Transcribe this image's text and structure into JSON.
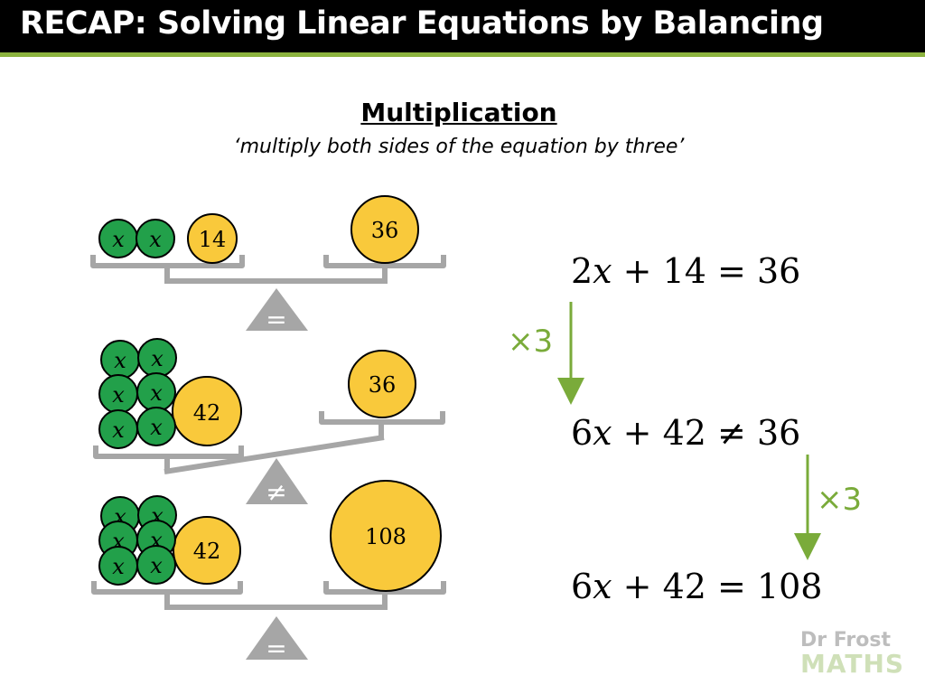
{
  "header": {
    "title": "RECAP: Solving Linear Equations by Balancing",
    "colors": {
      "bar": "#000000",
      "accent": "#8cb33e"
    }
  },
  "section": {
    "heading": "Multiplication",
    "subheading": "‘multiply both sides of the equation by three’"
  },
  "scales": [
    {
      "left": {
        "x_count": 2,
        "constant": "14"
      },
      "right": "36",
      "relation": "="
    },
    {
      "left": {
        "x_count": 6,
        "constant": "42"
      },
      "right": "36",
      "relation": "≠"
    },
    {
      "left": {
        "x_count": 6,
        "constant": "42"
      },
      "right": "108",
      "relation": "="
    }
  ],
  "scale_variable": "𝑥",
  "equations": [
    {
      "text": "2𝑥 + 14 = 36"
    },
    {
      "text": "6𝑥 + 42 ≠ 36"
    },
    {
      "text": "6𝑥 + 42 = 108"
    }
  ],
  "operations": [
    {
      "label": "×3"
    },
    {
      "label": "×3"
    }
  ],
  "colors": {
    "x_ball": "#22a04a",
    "constant_ball": "#f9c93b",
    "scale": "#a6a6a6",
    "arrow": "#7aab3a"
  },
  "logo": {
    "line1": "Dr Frost",
    "line2": "MATHS"
  }
}
